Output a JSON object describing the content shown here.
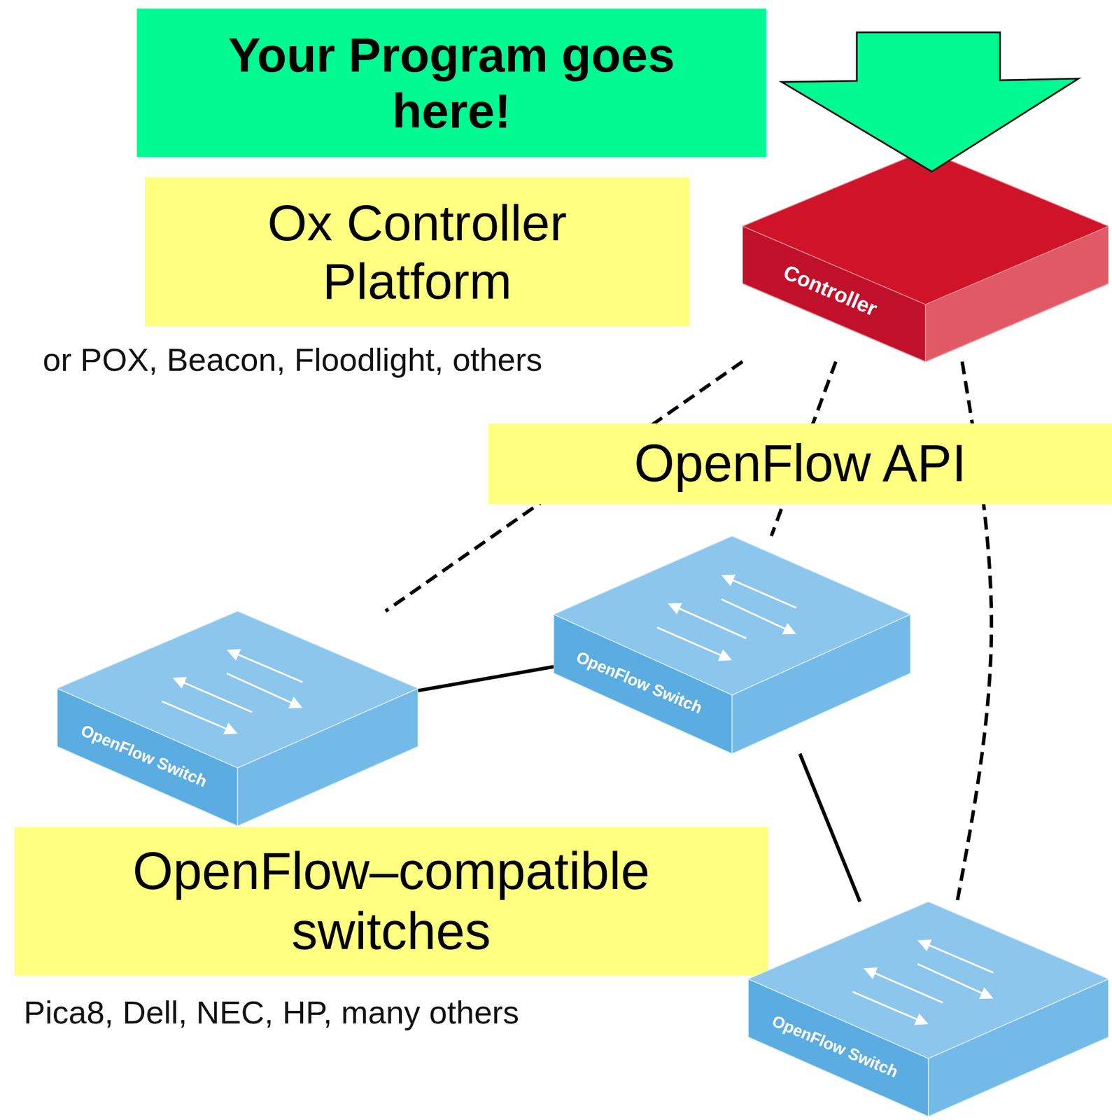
{
  "diagram": {
    "nodes": [
      {
        "text": [
          "Your Program goes here!"
        ]
      },
      {
        "text": [
          "Ox Controller Platform"
        ]
      },
      {
        "text": [
          "Controller"
        ]
      },
      {
        "text": [
          "OpenFlow API"
        ]
      },
      {
        "text": [
          "OpenFlow Switch"
        ]
      },
      {
        "text": [
          "OpenFlow Switch"
        ]
      },
      {
        "text": [
          "OpenFlow–compatible switches"
        ]
      },
      {
        "text": [
          "OpenFlow Switch"
        ]
      }
    ],
    "edges": [
      {
        "from": 2,
        "to": 4,
        "arrow": "none"
      },
      {
        "from": 2,
        "to": 5,
        "arrow": "none"
      },
      {
        "from": 2,
        "to": 7,
        "arrow": "none"
      },
      {
        "from": 4,
        "to": 5,
        "arrow": "none"
      },
      {
        "from": 5,
        "to": 7,
        "arrow": "none"
      }
    ],
    "labels": [
      "or POX, Beacon, Floodlight, others",
      "Pica8, Dell, NEC, HP, many others"
    ]
  }
}
